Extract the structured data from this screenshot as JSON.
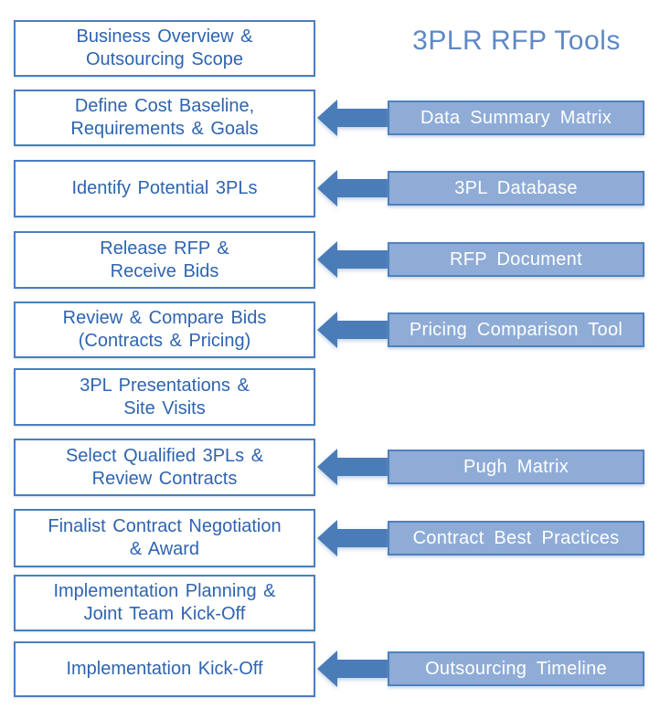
{
  "title": "3PLR RFP Tools",
  "colors": {
    "process_border": "#4A7EBE",
    "process_text": "#2E64B0",
    "arrow_fill": "#4A7CB8",
    "tool_fill": "#8FACD7",
    "tool_border": "#4F81BD",
    "tool_text": "#FFFFFF",
    "title_text": "#5E88C6"
  },
  "process_steps": [
    {
      "label": "Business Overview &\nOutsourcing Scope"
    },
    {
      "label": "Define Cost Baseline,\nRequirements & Goals"
    },
    {
      "label": "Identify Potential 3PLs"
    },
    {
      "label": "Release RFP &\nReceive Bids"
    },
    {
      "label": "Review & Compare Bids\n(Contracts & Pricing)"
    },
    {
      "label": "3PL Presentations &\nSite Visits"
    },
    {
      "label": "Select Qualified 3PLs &\nReview Contracts"
    },
    {
      "label": "Finalist Contract Negotiation\n& Award"
    },
    {
      "label": "Implementation Planning &\nJoint Team Kick-Off"
    },
    {
      "label": "Implementation Kick-Off"
    }
  ],
  "tools": [
    {
      "label": "Data Summary Matrix",
      "linked_step": "Define Cost Baseline, Requirements & Goals"
    },
    {
      "label": "3PL Database",
      "linked_step": "Identify Potential 3PLs"
    },
    {
      "label": "RFP Document",
      "linked_step": "Release RFP & Receive Bids"
    },
    {
      "label": "Pricing Comparison Tool",
      "linked_step": "Review & Compare Bids (Contracts & Pricing)"
    },
    {
      "label": "Pugh Matrix",
      "linked_step": "Select Qualified 3PLs & Review Contracts"
    },
    {
      "label": "Contract Best Practices",
      "linked_step": "Finalist Contract Negotiation & Award"
    },
    {
      "label": "Outsourcing Timeline",
      "linked_step": "Implementation Kick-Off"
    }
  ]
}
